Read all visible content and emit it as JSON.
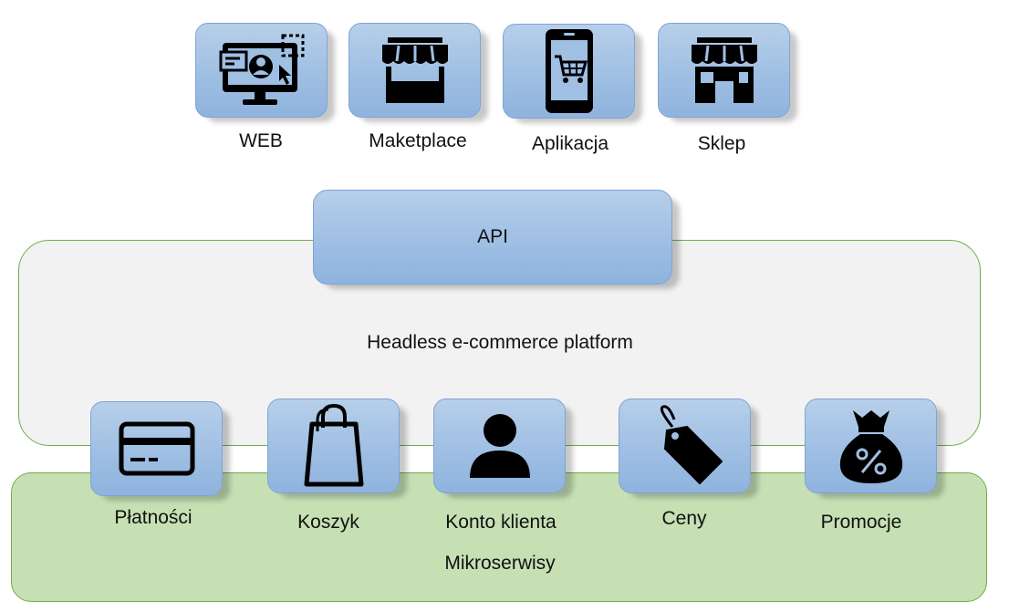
{
  "channels": [
    {
      "label": "WEB",
      "icon": "web-monitor-icon"
    },
    {
      "label": "Maketplace",
      "icon": "market-stall-icon"
    },
    {
      "label": "Aplikacja",
      "icon": "mobile-cart-icon"
    },
    {
      "label": "Sklep",
      "icon": "shop-icon"
    }
  ],
  "api": {
    "label": "API"
  },
  "platform": {
    "label": "Headless e-commerce platform"
  },
  "microservices": {
    "label": "Mikroserwisy",
    "items": [
      {
        "label": "Płatności",
        "icon": "credit-card-icon"
      },
      {
        "label": "Koszyk",
        "icon": "shopping-bag-icon"
      },
      {
        "label": "Konto klienta",
        "icon": "user-icon"
      },
      {
        "label": "Ceny",
        "icon": "price-tag-icon"
      },
      {
        "label": "Promocje",
        "icon": "money-bag-percent-icon"
      }
    ]
  },
  "colors": {
    "tile": "#9fbfe3",
    "platform_fill": "#f2f2f2",
    "platform_border": "#70ad47",
    "micro_fill": "#c6e0b4"
  }
}
